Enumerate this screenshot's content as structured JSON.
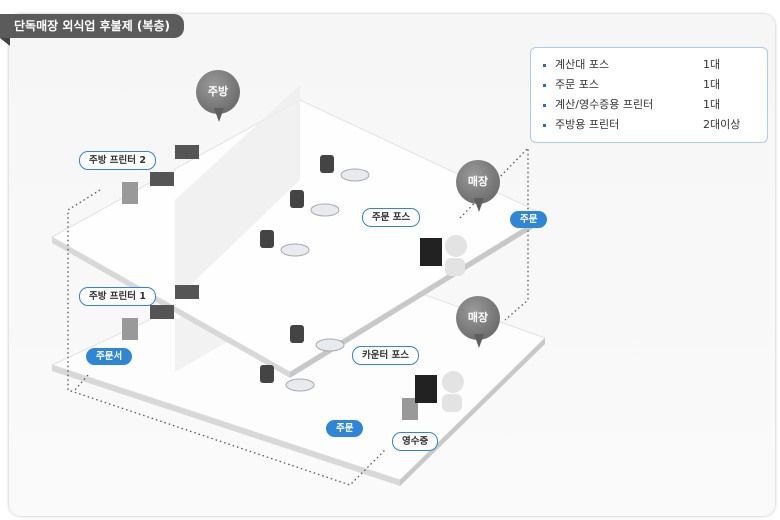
{
  "title": "단독매장 외식업 후불제 (복층)",
  "legend": [
    {
      "item": "계산대 포스",
      "qty": "1대"
    },
    {
      "item": "주문 포스",
      "qty": "1대"
    },
    {
      "item": "계산/영수증용 프린터",
      "qty": "1대"
    },
    {
      "item": "주방용 프린터",
      "qty": "2대이상"
    }
  ],
  "pins": {
    "kitchen": "주방",
    "store_upper": "매장",
    "store_lower": "매장"
  },
  "tags": {
    "kitchen_printer_2": "주방 프린터 2",
    "kitchen_printer_1": "주방 프린터 1",
    "order_pos": "주문 포스",
    "counter_pos": "카운터 포스",
    "receipt": "영수증"
  },
  "blue_tags": {
    "order_upper": "주문",
    "order_lower": "주문",
    "order_slip": "주문서"
  }
}
